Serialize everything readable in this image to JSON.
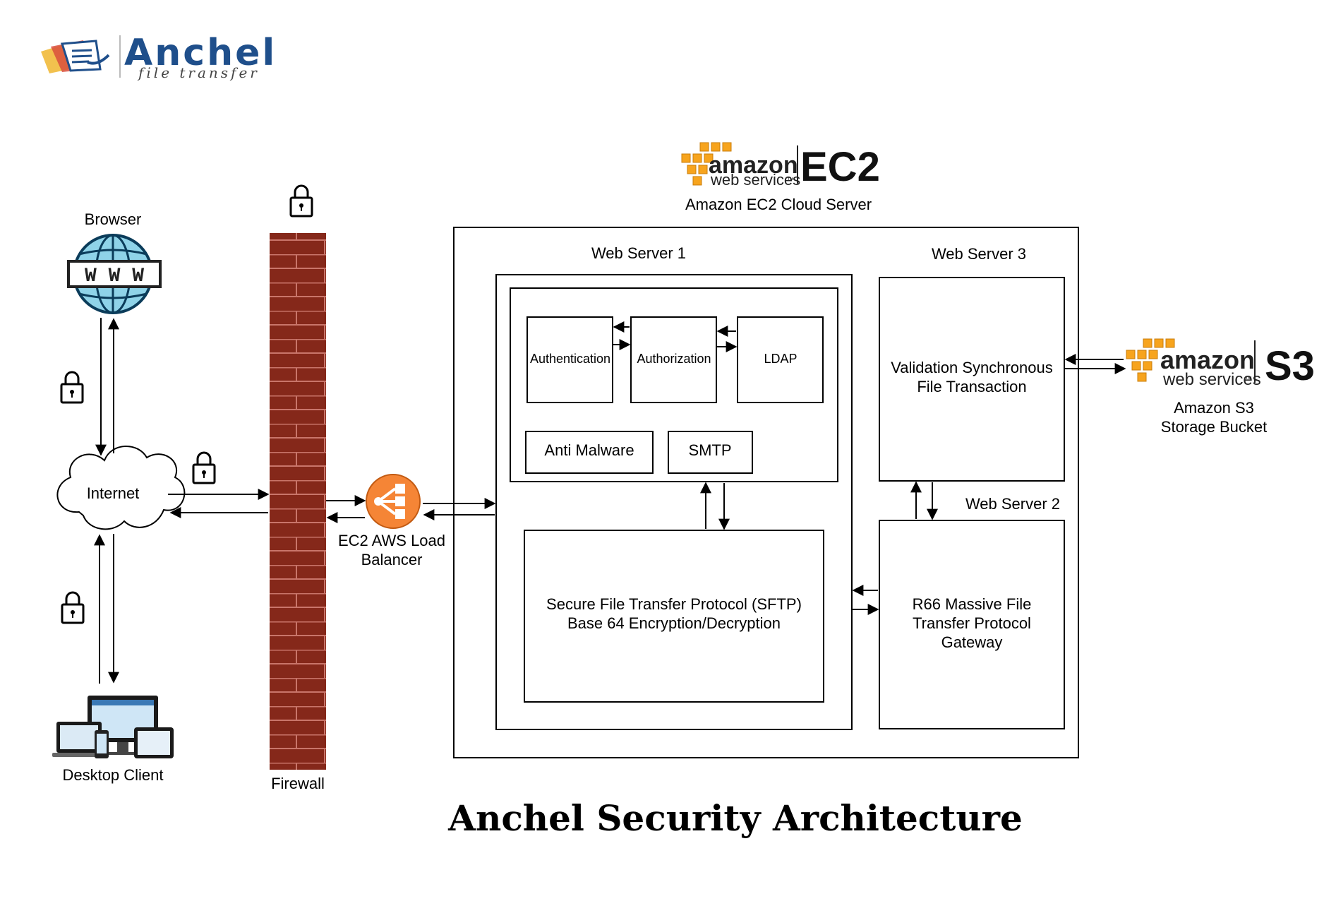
{
  "logo": {
    "name": "Anchel",
    "tagline": "file transfer"
  },
  "nodes": {
    "browser": "Browser",
    "browser_badge": "W W W",
    "internet": "Internet",
    "desktop_client": "Desktop Client",
    "firewall": "Firewall",
    "load_balancer": [
      "EC2 AWS Load",
      "Balancer"
    ],
    "ec2_caption": "Amazon EC2 Cloud  Server",
    "web_server_1": "Web Server 1",
    "web_server_2": "Web Server 2",
    "web_server_3": "Web Server 3",
    "authentication": "Authentication",
    "authorization": "Authorization",
    "ldap": "LDAP",
    "anti_malware": "Anti Malware",
    "smtp": "SMTP",
    "sftp": [
      "Secure File Transfer Protocol (SFTP)",
      "Base 64 Encryption/Decryption"
    ],
    "validation": [
      "Validation  Synchronous",
      "File Transaction"
    ],
    "r66": [
      "R66 Massive File",
      "Transfer Protocol",
      "Gateway"
    ],
    "s3_caption": [
      "Amazon  S3",
      "Storage Bucket"
    ]
  },
  "aws_logos": {
    "ec2": {
      "brand": "amazon",
      "sub": "web services",
      "tm": "™",
      "product": "EC2"
    },
    "s3": {
      "brand": "amazon",
      "sub": "web services",
      "tm": "™",
      "product": "S3"
    }
  },
  "title": "Anchel Security Architecture",
  "colors": {
    "aws_orange": "#f7a41d",
    "load_balancer": "#f58536",
    "firewall_brick": "#8b2a1c",
    "globe": "#8fd3e8",
    "logo_blue": "#1f4f8b"
  },
  "icons": [
    "lock-icon",
    "globe-icon",
    "cloud-icon",
    "devices-icon",
    "load-balancer-icon",
    "firewall-icon"
  ]
}
